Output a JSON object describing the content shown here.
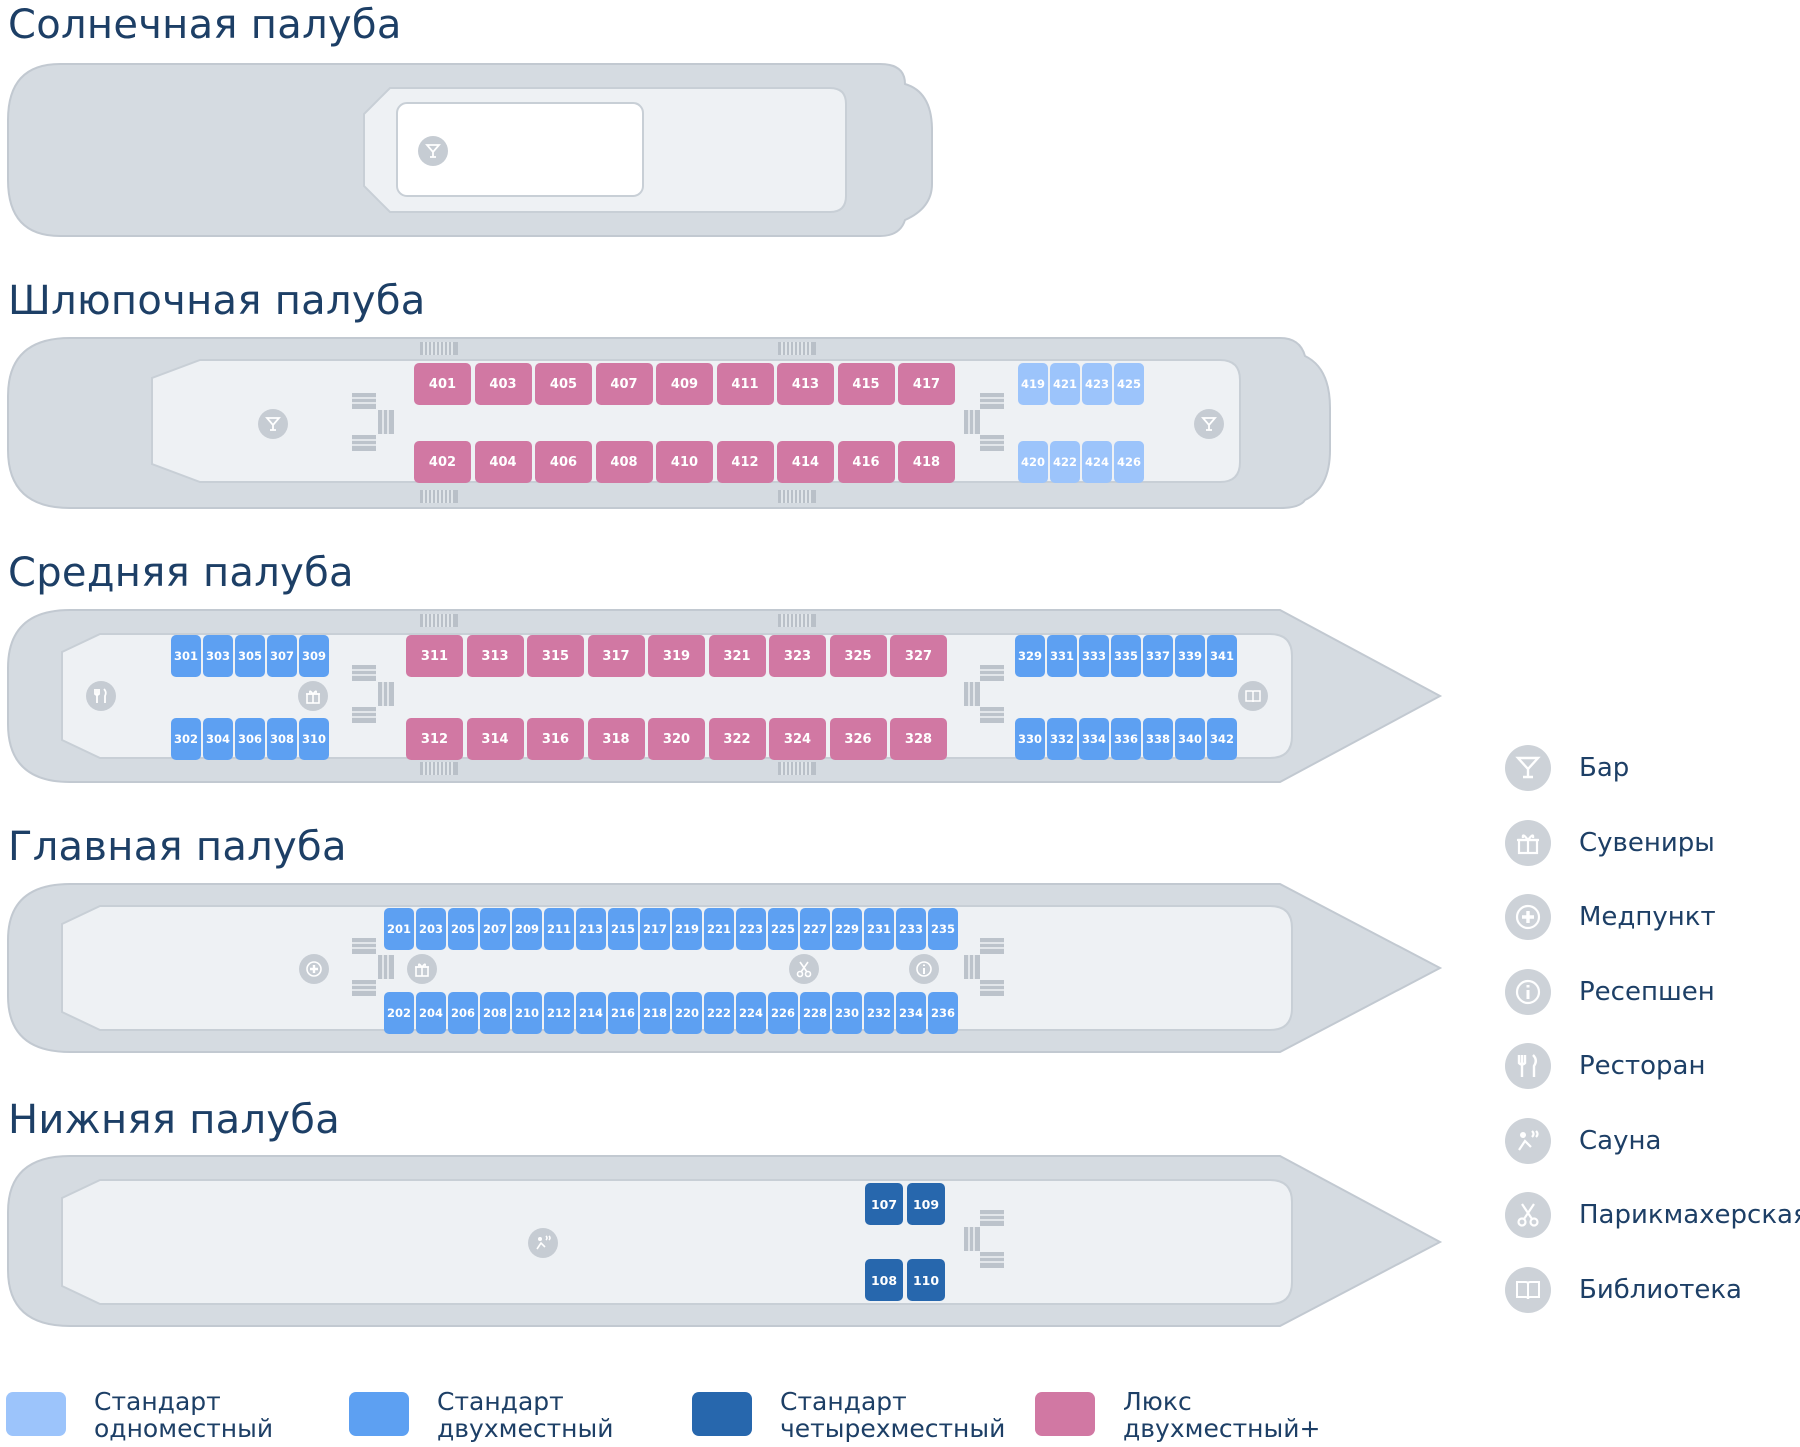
{
  "decks": {
    "sun": {
      "title": "Солнечная палуба"
    },
    "boat": {
      "title": "Шлюпочная палуба"
    },
    "middle": {
      "title": "Средняя палуба"
    },
    "main": {
      "title": "Главная палуба"
    },
    "lower": {
      "title": "Нижняя палуба"
    }
  },
  "cabins": {
    "boat_top_lux": [
      "401",
      "403",
      "405",
      "407",
      "409",
      "411",
      "413",
      "415",
      "417"
    ],
    "boat_bottom_lux": [
      "402",
      "404",
      "406",
      "408",
      "410",
      "412",
      "414",
      "416",
      "418"
    ],
    "boat_top_single": [
      "419",
      "421",
      "423",
      "425"
    ],
    "boat_bottom_single": [
      "420",
      "422",
      "424",
      "426"
    ],
    "middle_top_left": [
      "301",
      "303",
      "305",
      "307",
      "309"
    ],
    "middle_bottom_left": [
      "302",
      "304",
      "306",
      "308",
      "310"
    ],
    "middle_top_lux": [
      "311",
      "313",
      "315",
      "317",
      "319",
      "321",
      "323",
      "325",
      "327"
    ],
    "middle_bottom_lux": [
      "312",
      "314",
      "316",
      "318",
      "320",
      "322",
      "324",
      "326",
      "328"
    ],
    "middle_top_right": [
      "329",
      "331",
      "333",
      "335",
      "337",
      "339",
      "341"
    ],
    "middle_bottom_right": [
      "330",
      "332",
      "334",
      "336",
      "338",
      "340",
      "342"
    ],
    "main_top": [
      "201",
      "203",
      "205",
      "207",
      "209",
      "211",
      "213",
      "215",
      "217",
      "219",
      "221",
      "223",
      "225",
      "227",
      "229",
      "231",
      "233",
      "235"
    ],
    "main_bottom": [
      "202",
      "204",
      "206",
      "208",
      "210",
      "212",
      "214",
      "216",
      "218",
      "220",
      "222",
      "224",
      "226",
      "228",
      "230",
      "232",
      "234",
      "236"
    ],
    "lower_top": [
      "107",
      "109"
    ],
    "lower_bottom": [
      "108",
      "110"
    ]
  },
  "facilities_legend": [
    {
      "icon": "bar-icon",
      "label": "Бар"
    },
    {
      "icon": "gift-icon",
      "label": "Сувениры"
    },
    {
      "icon": "medical-icon",
      "label": "Медпункт"
    },
    {
      "icon": "info-icon",
      "label": "Ресепшен"
    },
    {
      "icon": "restaurant-icon",
      "label": "Ресторан"
    },
    {
      "icon": "sauna-icon",
      "label": "Сауна"
    },
    {
      "icon": "scissors-icon",
      "label": "Парикмахерская"
    },
    {
      "icon": "book-icon",
      "label": "Библиотека"
    }
  ],
  "cabin_legend": [
    {
      "line1": "Стандарт",
      "line2": "одноместный",
      "color": "#9cc4fb"
    },
    {
      "line1": "Стандарт",
      "line2": "двухместный",
      "color": "#5da0f2"
    },
    {
      "line1": "Стандарт",
      "line2": "четырехместный",
      "color": "#2767ad"
    },
    {
      "line1": "Люкс",
      "line2": "двухместный+",
      "color": "#d178a3"
    }
  ],
  "colors": {
    "hull": "#d5dbe1",
    "hull_stroke": "#c2c9d1",
    "deck": "#eef1f4",
    "title": "#1d3f66",
    "icon_bg": "#c6ccd3"
  }
}
